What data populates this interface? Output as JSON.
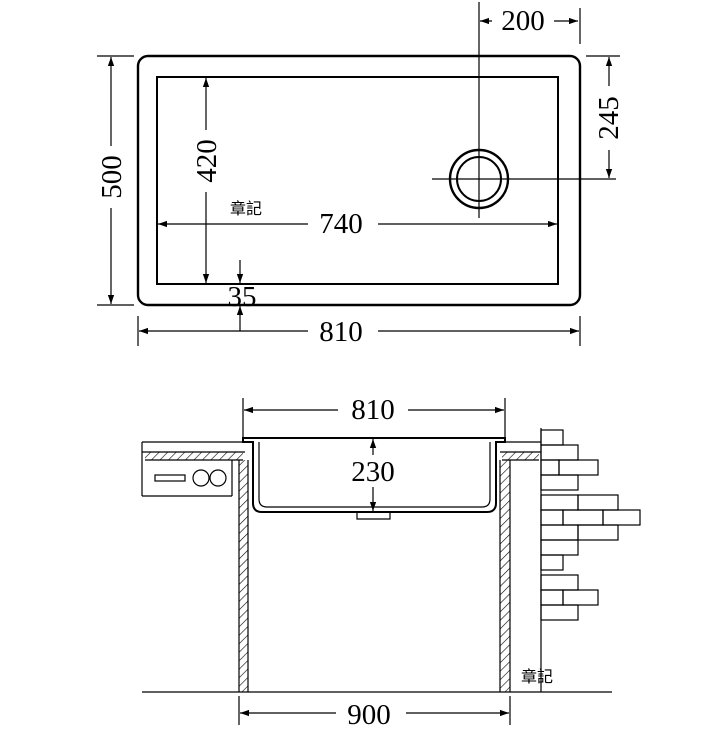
{
  "top_view": {
    "overall_width": "810",
    "overall_depth": "500",
    "bowl_width": "740",
    "bowl_depth": "420",
    "rim_offset": "35",
    "drain_offset_x": "200",
    "drain_offset_y": "245",
    "stamp": "章記"
  },
  "section_view": {
    "sink_width": "810",
    "bowl_height": "230",
    "cabinet_width": "900",
    "stamp": "章記"
  }
}
